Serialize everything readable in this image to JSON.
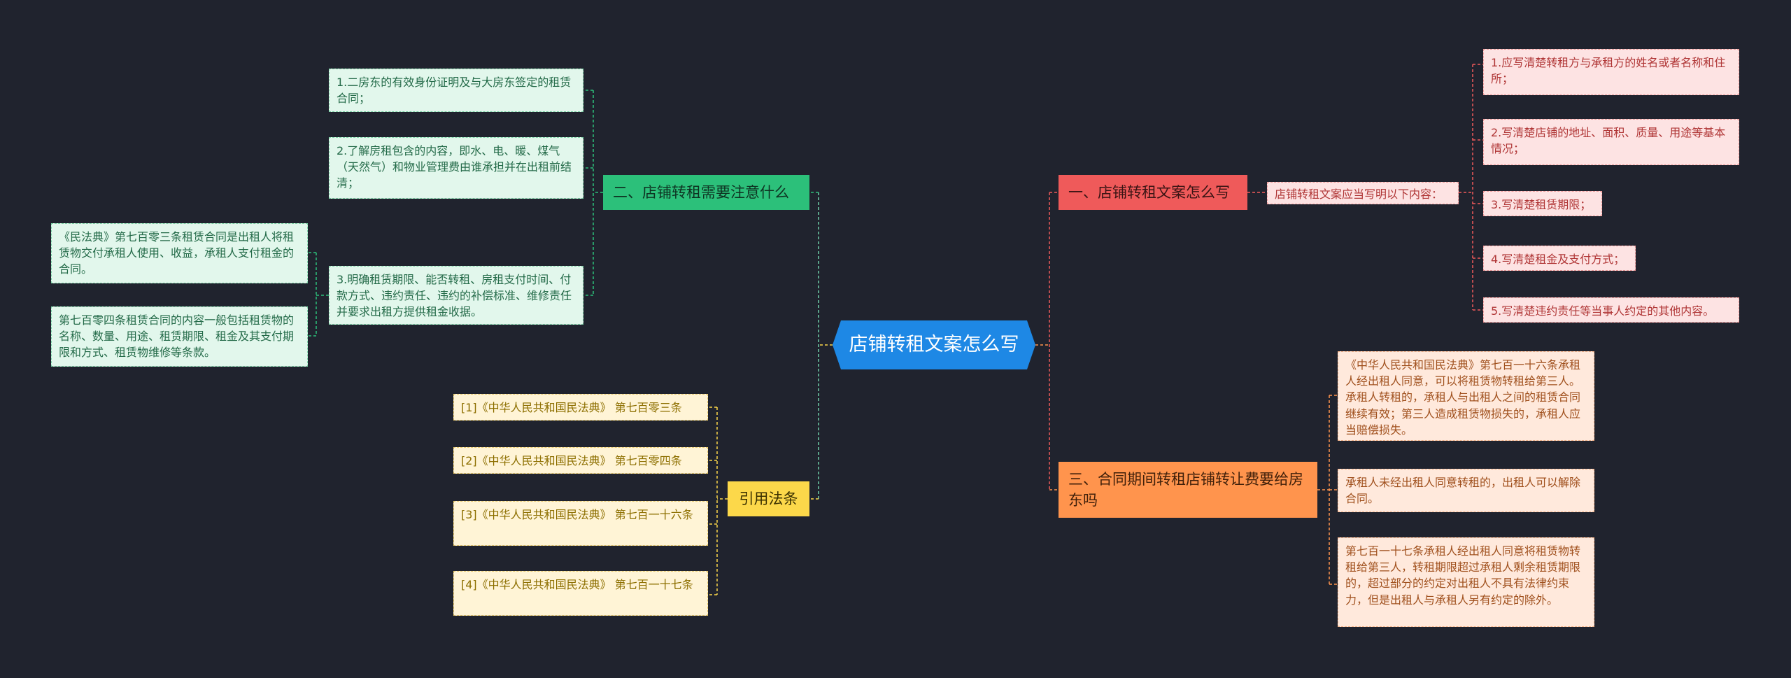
{
  "root": "店铺转租文案怎么写",
  "branches": {
    "b1": "一、店铺转租文案怎么写",
    "b2": "二、店铺转租需要注意什么",
    "b3": "三、合同期间转租店铺转让费要给房东吗",
    "b4": "引用法条"
  },
  "b1_sub": "店铺转租文案应当写明以下内容：",
  "b1_items": [
    "1.应写清楚转租方与承租方的姓名或者名称和住所；",
    "2.写清楚店铺的地址、面积、质量、用途等基本情况；",
    "3.写清楚租赁期限；",
    "4.写清楚租金及支付方式；",
    "5.写清楚违约责任等当事人约定的其他内容。"
  ],
  "b2_items": [
    "1.二房东的有效身份证明及与大房东签定的租赁合同；",
    "2.了解房租包含的内容，即水、电、暖、煤气（天然气）和物业管理费由谁承担并在出租前结清；",
    "3.明确租赁期限、能否转租、房租支付时间、付款方式、违约责任、违约的补偿标准、维修责任并要求出租方提供租金收据。"
  ],
  "b2_sub_items": [
    "《民法典》第七百零三条租赁合同是出租人将租赁物交付承租人使用、收益，承租人支付租金的合同。",
    "第七百零四条租赁合同的内容一般包括租赁物的名称、数量、用途、租赁期限、租金及其支付期限和方式、租赁物维修等条款。"
  ],
  "b3_items": [
    "《中华人民共和国民法典》第七百一十六条承租人经出租人同意，可以将租赁物转租给第三人。承租人转租的，承租人与出租人之间的租赁合同继续有效；第三人造成租赁物损失的，承租人应当赔偿损失。",
    "承租人未经出租人同意转租的，出租人可以解除合同。",
    "第七百一十七条承租人经出租人同意将租赁物转租给第三人，转租期限超过承租人剩余租赁期限的，超过部分的约定对出租人不具有法律约束力，但是出租人与承租人另有约定的除外。"
  ],
  "b4_items": [
    "[1]《中华人民共和国民法典》 第七百零三条",
    "[2]《中华人民共和国民法典》 第七百零四条",
    "[3]《中华人民共和国民法典》 第七百一十六条",
    "[4]《中华人民共和国民法典》 第七百一十七条"
  ],
  "colors": {
    "background": "#20232e",
    "root": "#1e88e5",
    "red": "#ef5a5a",
    "green": "#2cc07a",
    "orange": "#ff944d",
    "yellow": "#fcd84a"
  }
}
